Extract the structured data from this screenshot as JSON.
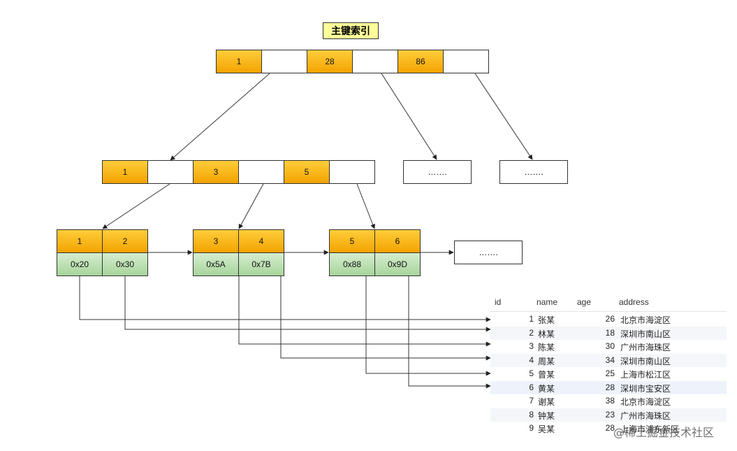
{
  "title": "主键索引",
  "root": {
    "keys": [
      "1",
      "28",
      "86"
    ]
  },
  "level2": {
    "keys": [
      "1",
      "3",
      "5"
    ],
    "ellipsis": [
      "…….",
      "……."
    ]
  },
  "leaves": [
    {
      "keys": [
        "1",
        "2"
      ],
      "addrs": [
        "0x20",
        "0x30"
      ]
    },
    {
      "keys": [
        "3",
        "4"
      ],
      "addrs": [
        "0x5A",
        "0x7B"
      ]
    },
    {
      "keys": [
        "5",
        "6"
      ],
      "addrs": [
        "0x88",
        "0x9D"
      ]
    }
  ],
  "leaf_ellipsis": "…….",
  "table": {
    "headers": [
      "id",
      "name",
      "age",
      "address"
    ],
    "rows": [
      {
        "id": "1",
        "name": "张某",
        "age": "26",
        "address": "北京市海淀区"
      },
      {
        "id": "2",
        "name": "林某",
        "age": "18",
        "address": "深圳市南山区"
      },
      {
        "id": "3",
        "name": "陈某",
        "age": "30",
        "address": "广州市海珠区"
      },
      {
        "id": "4",
        "name": "周某",
        "age": "34",
        "address": "深圳市南山区"
      },
      {
        "id": "5",
        "name": "曾某",
        "age": "25",
        "address": "上海市松江区"
      },
      {
        "id": "6",
        "name": "黄某",
        "age": "28",
        "address": "深圳市宝安区"
      },
      {
        "id": "7",
        "name": "谢某",
        "age": "38",
        "address": "北京市海淀区"
      },
      {
        "id": "8",
        "name": "钟某",
        "age": "23",
        "address": "广州市海珠区"
      },
      {
        "id": "9",
        "name": "吴某",
        "age": "28",
        "address": "上海市浦东新区"
      }
    ]
  },
  "watermark": "@稀土掘金技术社区"
}
